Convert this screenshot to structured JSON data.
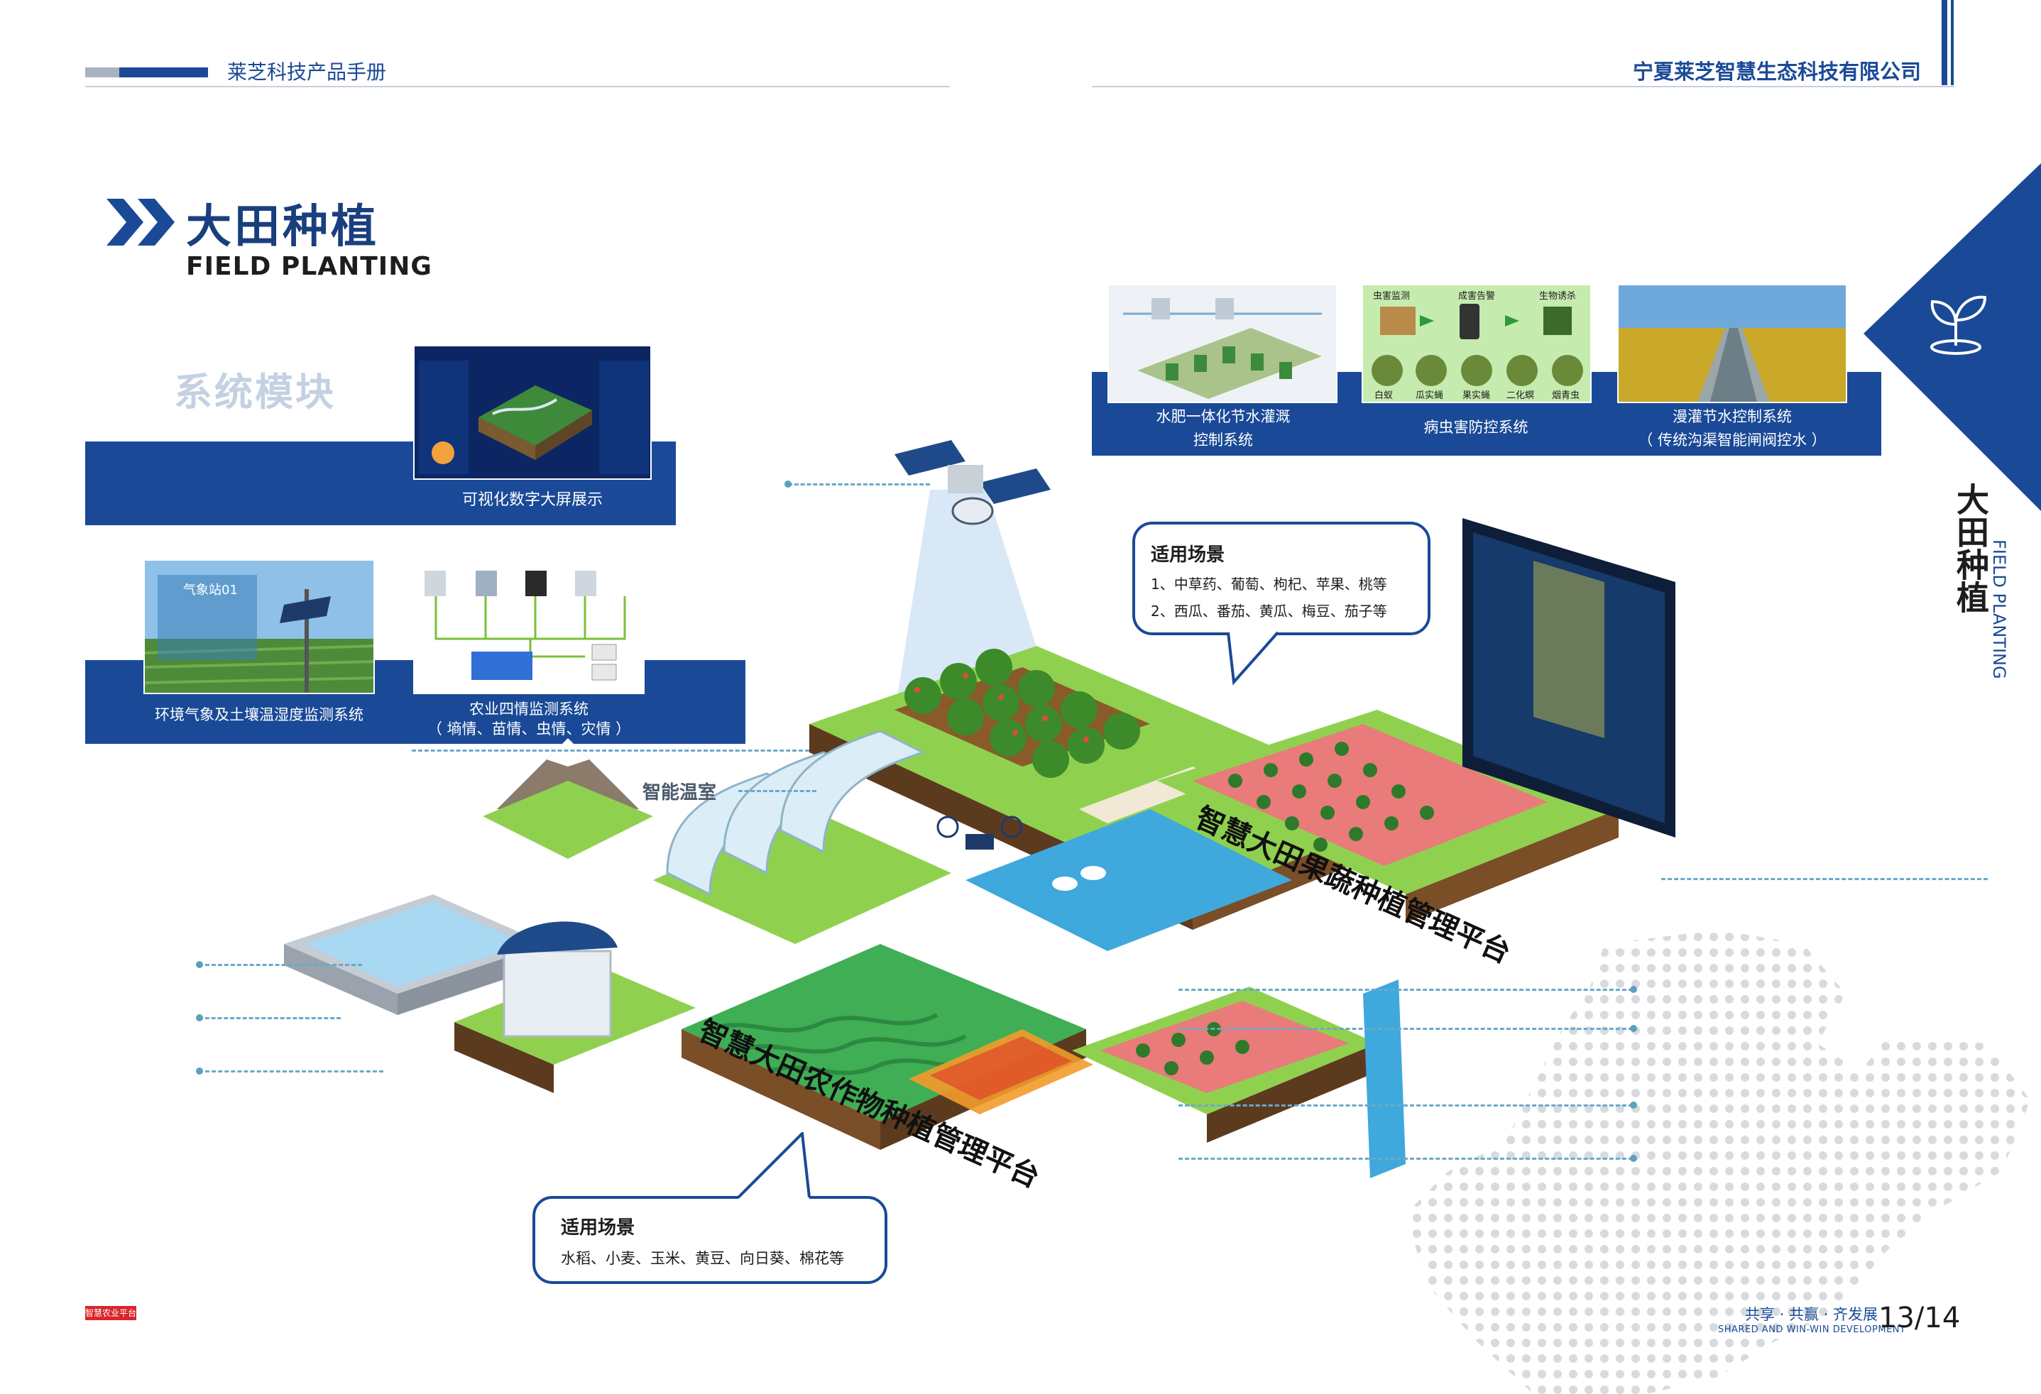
{
  "header": {
    "left_title": "莱芝科技产品手册",
    "right_title": "宁夏莱芝智慧生态科技有限公司"
  },
  "section": {
    "title_cn": "大田种植",
    "title_en": "FIELD PLANTING",
    "modules_heading": "系统模块"
  },
  "modules": {
    "visual_screen": "可视化数字大屏展示",
    "env_monitor": "环境气象及土壤温湿度监测系统",
    "four_conditions_line1": "农业四情监测系统",
    "four_conditions_line2": "（ 墒情、苗情、虫情、灾情 ）",
    "irrigation_line1": "水肥一体化节水灌溉",
    "irrigation_line2": "控制系统",
    "pest_control": "病虫害防控系统",
    "flood_irrigation_line1": "漫灌节水控制系统",
    "flood_irrigation_line2": "（ 传统沟渠智能闸阀控水 ）"
  },
  "pest_thumb": {
    "steps": [
      "虫害监测",
      "成害告警",
      "生物诱杀"
    ],
    "insects": [
      "白蚁",
      "瓜实蝇",
      "果实蝇",
      "二化螟",
      "烟青虫"
    ]
  },
  "weather_thumb": {
    "badge": "气象站01"
  },
  "scene": {
    "greenhouse_label": "智能温室",
    "fruit_platform": "智慧大田果蔬种植管理平台",
    "crop_platform": "智慧大田农作物种植管理平台"
  },
  "callout_top": {
    "title": "适用场景",
    "line1": "1、中草药、葡萄、枸杞、苹果、桃等",
    "line2": "2、西瓜、番茄、黄瓜、梅豆、茄子等"
  },
  "callout_bottom": {
    "title": "适用场景",
    "line1": "水稻、小麦、玉米、黄豆、向日葵、棉花等"
  },
  "side_tab": {
    "title_cn": "大田种植",
    "title_en": "FIELD PLANTING"
  },
  "footer": {
    "badge": "智慧农业平台",
    "slogan_cn": "共享 · 共赢 · 齐发展",
    "slogan_en": "SHARED AND WIN-WIN DEVELOPMENT",
    "page": "13/14"
  },
  "colors": {
    "brand_blue": "#1a4a97",
    "accent_grey": "#a8b3c2",
    "dash_teal": "#6aa9c9",
    "footer_red": "#d8262b"
  }
}
